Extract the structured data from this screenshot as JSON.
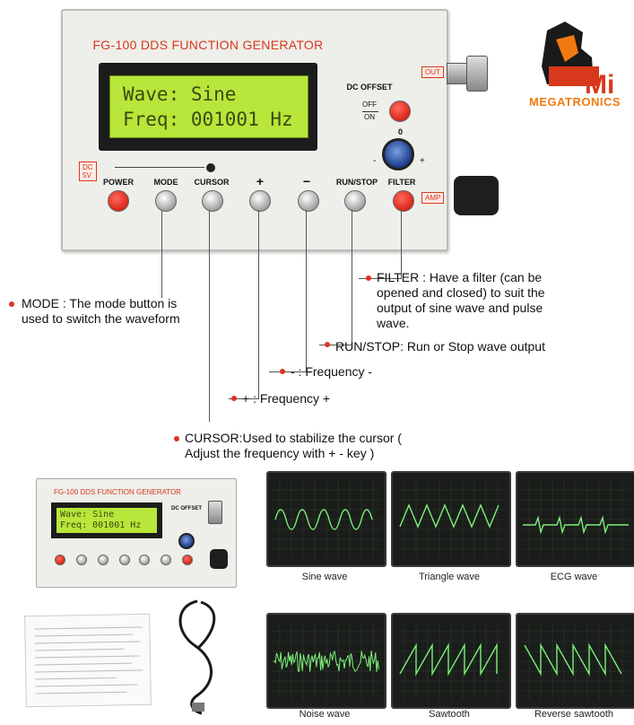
{
  "device": {
    "title": "FG-100 DDS FUNCTION GENERATOR",
    "lcd_line1": "Wave: Sine",
    "lcd_line2": "Freq: 001001 Hz",
    "dc_offset": "DC OFFSET",
    "off": "OFF",
    "on": "ON",
    "out_tag": "OUT",
    "amp_tag": "AMP",
    "dc_tag": "DC 5V",
    "knob_zero": "0",
    "knob_minus": "-",
    "knob_plus": "+",
    "buttons": [
      "POWER",
      "MODE",
      "CURSOR",
      "+",
      "−",
      "RUN/STOP",
      "FILTER"
    ]
  },
  "logo": {
    "name": "MEGATRONICS",
    "mark": "Mi",
    "colors": {
      "brand": "#f07a10",
      "accent": "#d8381c"
    }
  },
  "callouts": {
    "filter": "FILTER : Have a filter (can be opened and closed) to suit the output of sine wave and pulse wave.",
    "run_stop": "RUN/STOP: Run or Stop wave output",
    "minus": "- : Frequency -",
    "plus": "+ : Frequency +",
    "mode": "MODE : The mode button is used to switch the waveform",
    "cursor": "CURSOR:Used to stabilize the cursor ( Adjust the frequency with + - key )"
  },
  "waves": [
    "Sine wave",
    "Triangle wave",
    "ECG wave",
    "Noise wave",
    "Sawtooth",
    "Reverse sawtooth"
  ],
  "small_device": {
    "title": "FG-100 DDS FUNCTION GENERATOR",
    "lcd_line1": "Wave: Sine",
    "lcd_line2": "Freq: 001001 Hz",
    "dc_offset": "DC OFFSET"
  }
}
